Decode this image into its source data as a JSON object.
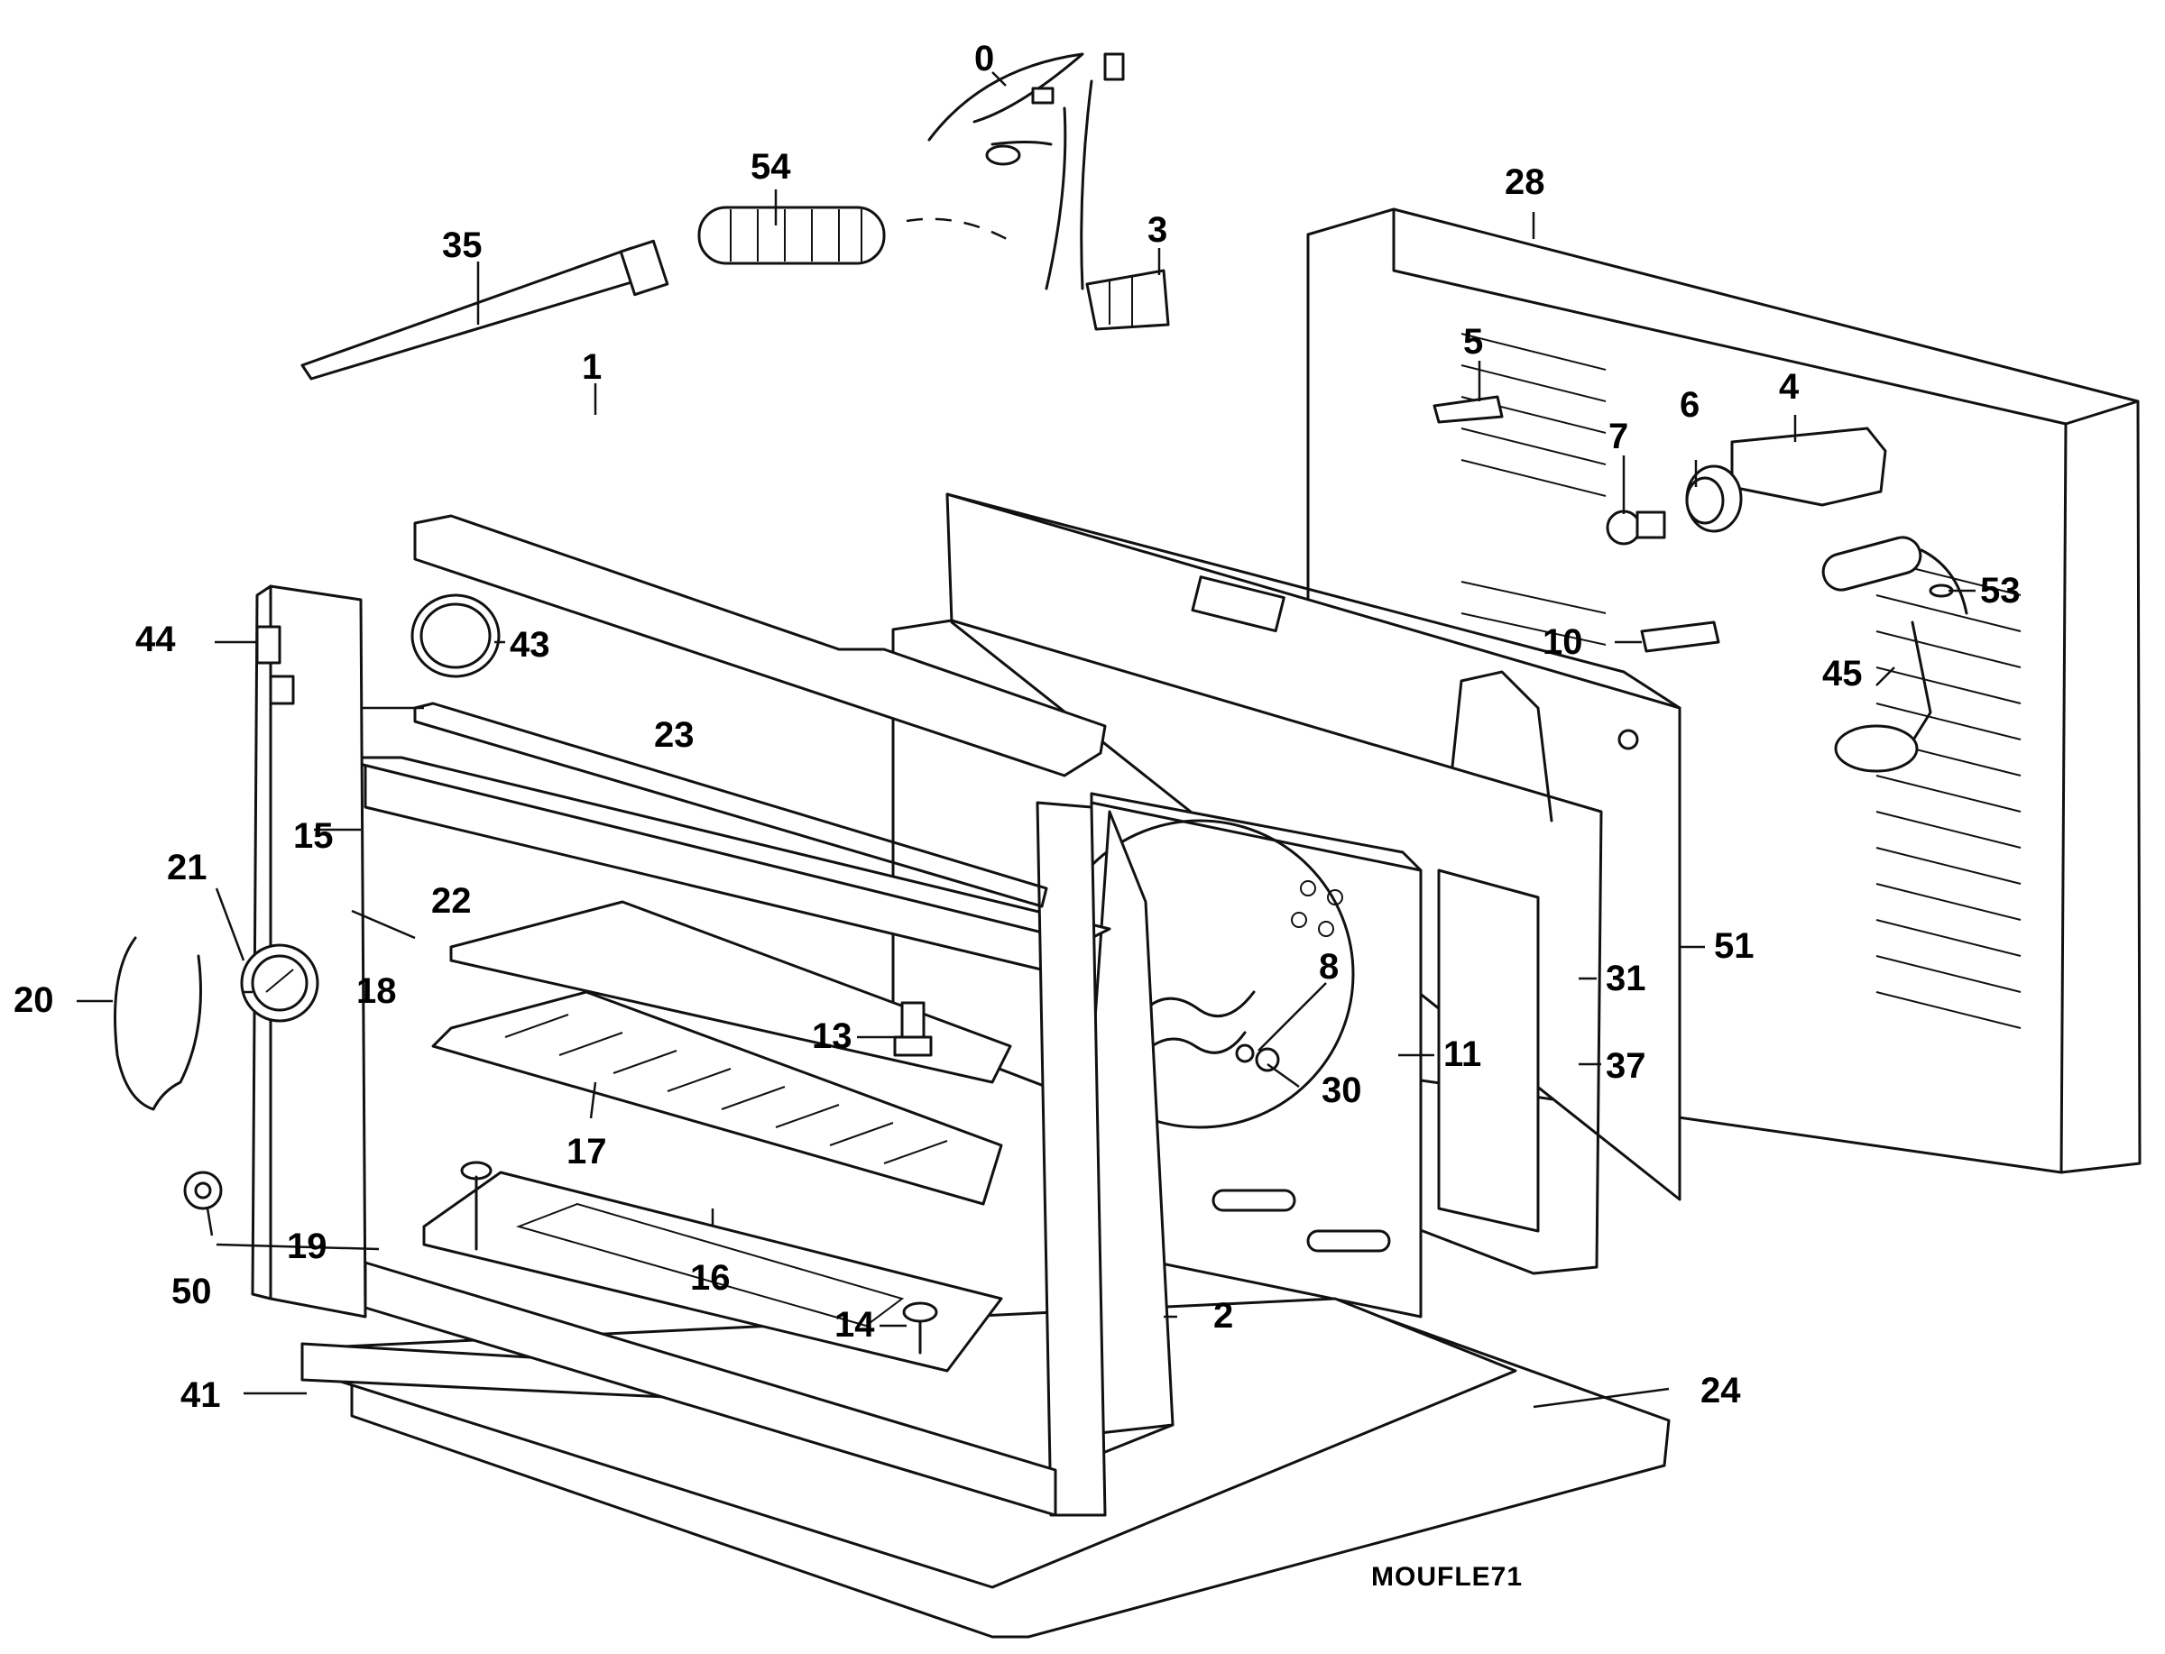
{
  "diagram": {
    "code": "MOUFLE71",
    "labels": {
      "l0": "0",
      "l1": "1",
      "l2": "2",
      "l3": "3",
      "l4": "4",
      "l5": "5",
      "l6": "6",
      "l7": "7",
      "l8": "8",
      "l10": "10",
      "l11": "11",
      "l13": "13",
      "l14": "14",
      "l15": "15",
      "l16": "16",
      "l17": "17",
      "l18": "18",
      "l19": "19",
      "l20": "20",
      "l21": "21",
      "l22": "22",
      "l23": "23",
      "l24": "24",
      "l28": "28",
      "l30": "30",
      "l31": "31",
      "l35": "35",
      "l37": "37",
      "l41": "41",
      "l43": "43",
      "l44": "44",
      "l45": "45",
      "l50": "50",
      "l51": "51",
      "l53": "53",
      "l54": "54"
    }
  }
}
